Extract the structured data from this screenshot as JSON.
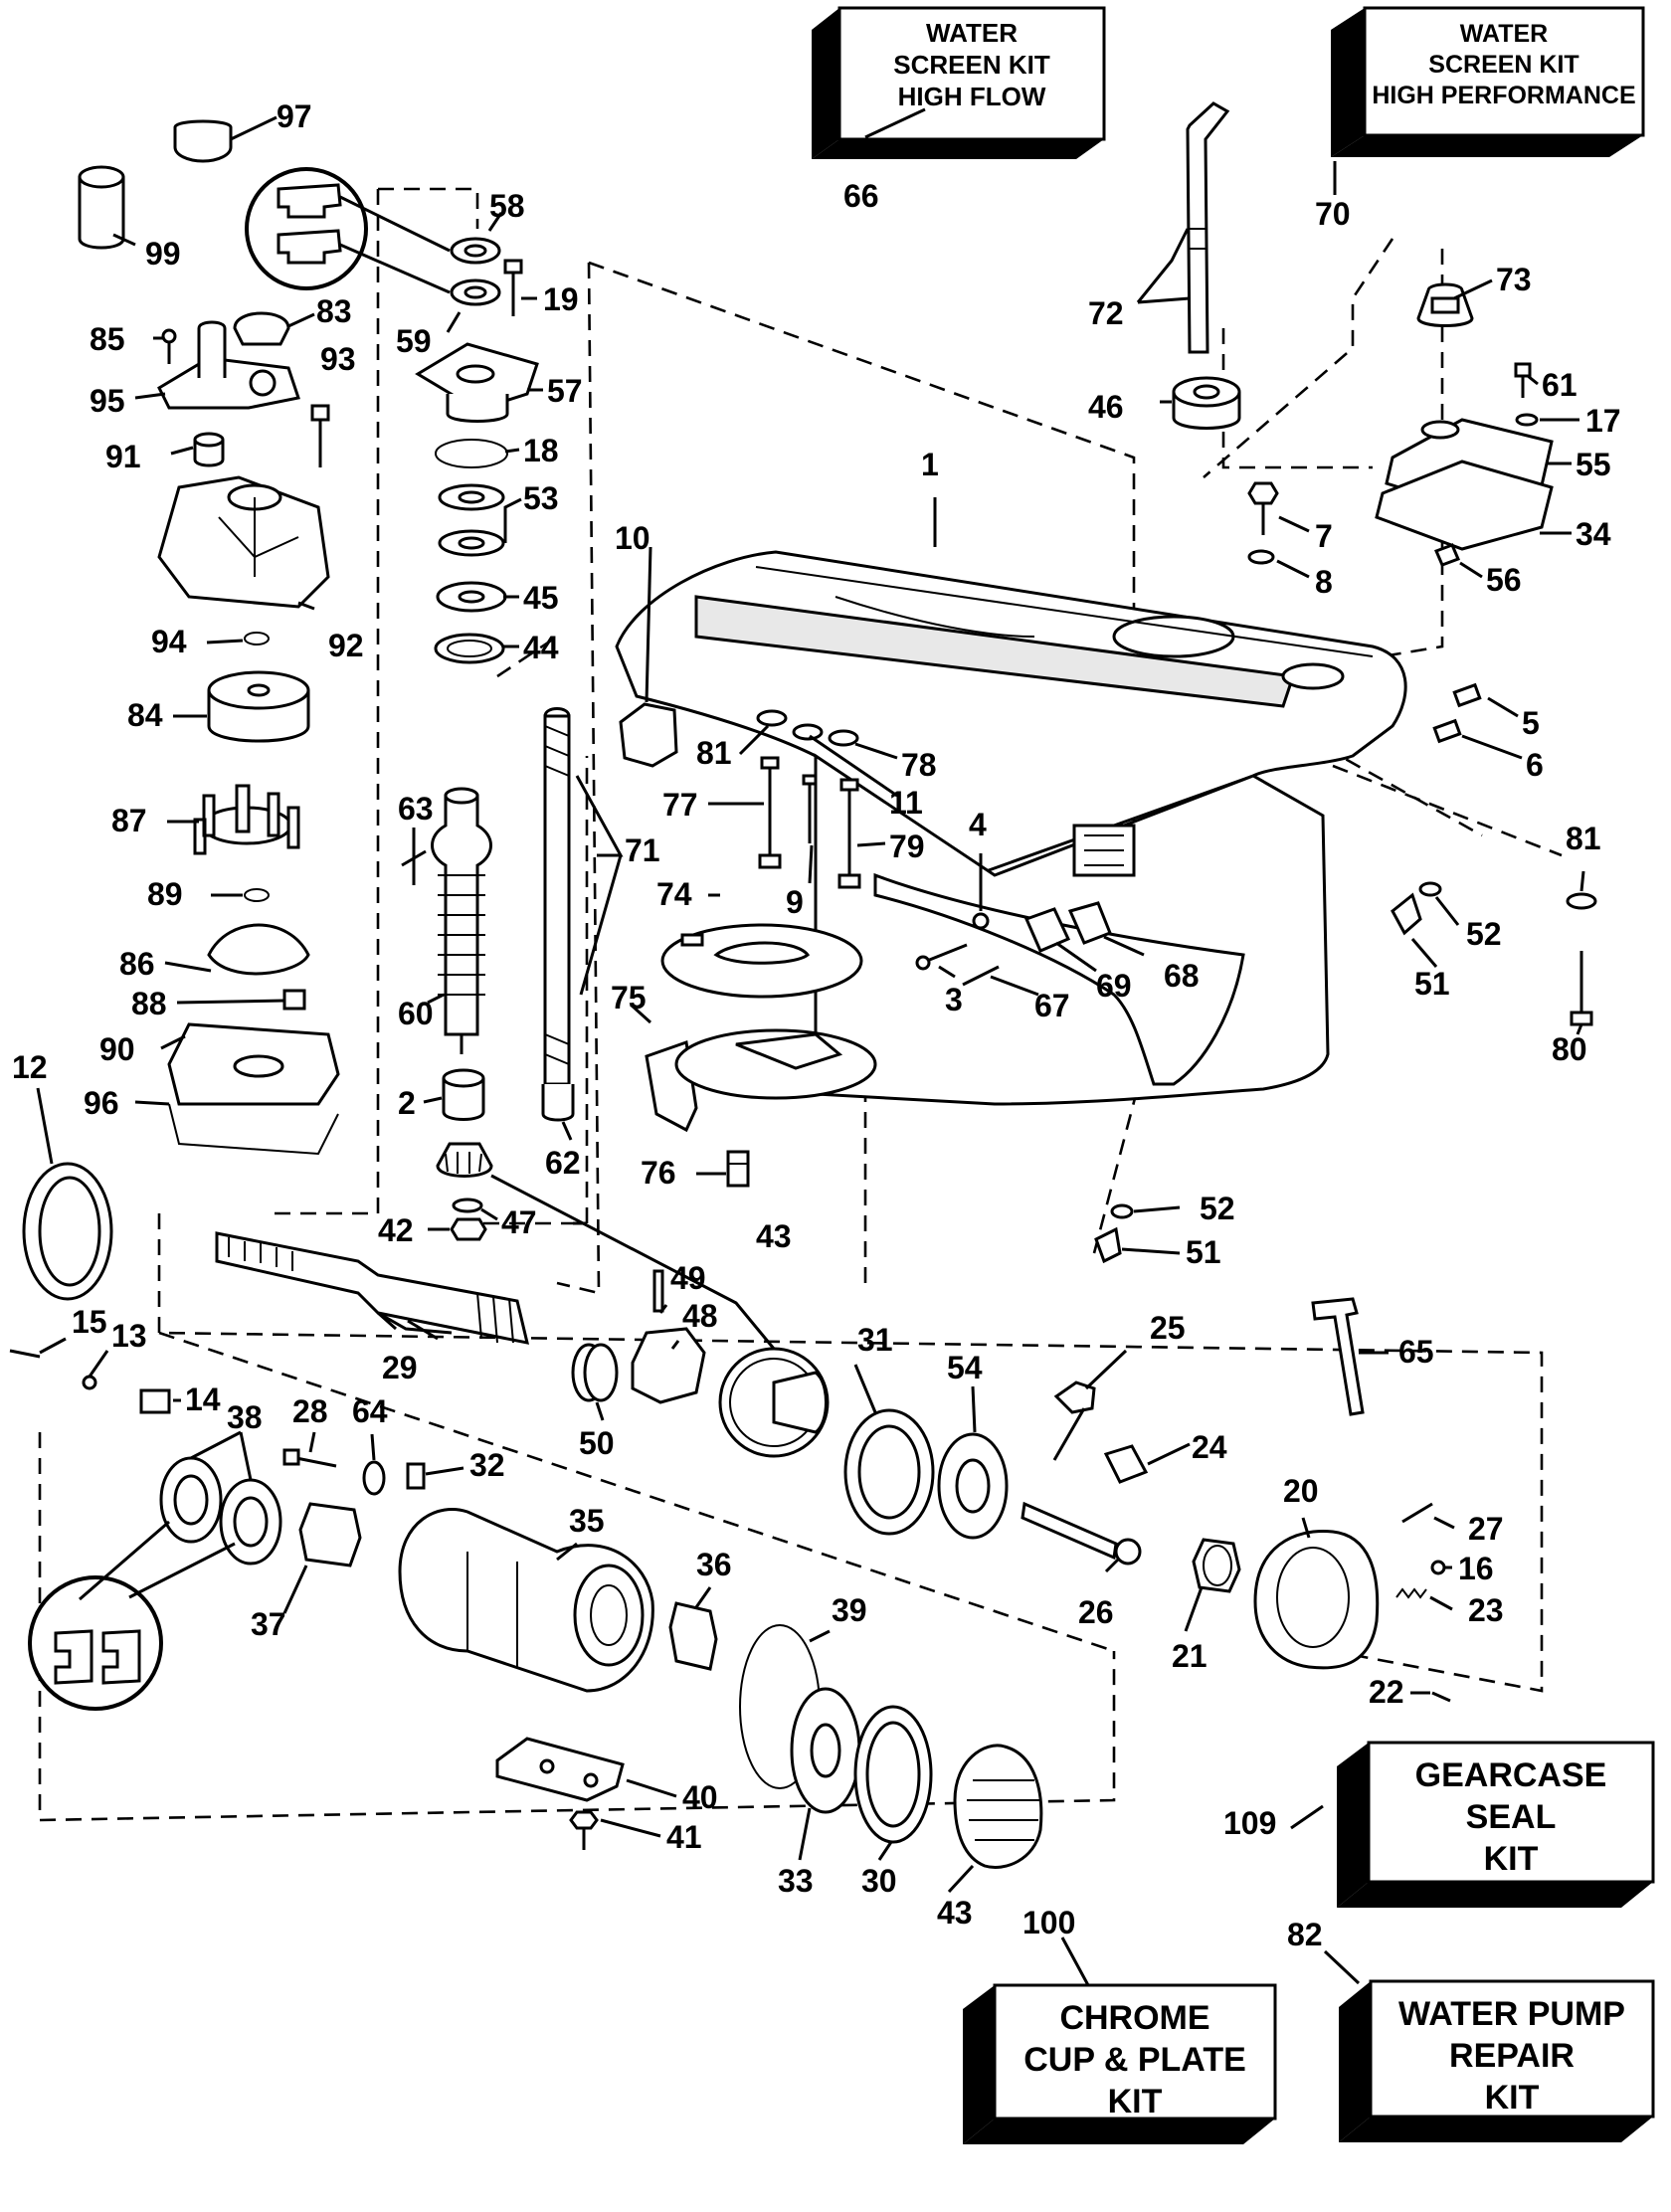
{
  "kits": [
    {
      "id": "66",
      "lines": [
        "WATER",
        "SCREEN KIT",
        "HIGH FLOW"
      ]
    },
    {
      "id": "70",
      "lines": [
        "WATER",
        "SCREEN KIT",
        "HIGH PERFORMANCE"
      ]
    },
    {
      "id": "109",
      "lines": [
        "GEARCASE",
        "SEAL",
        "KIT"
      ]
    },
    {
      "id": "100",
      "lines": [
        "CHROME",
        "CUP & PLATE",
        "KIT"
      ]
    },
    {
      "id": "82",
      "lines": [
        "WATER PUMP",
        "REPAIR",
        "KIT"
      ]
    }
  ],
  "callouts": {
    "n1": "1",
    "n2": "2",
    "n3": "3",
    "n4": "4",
    "n5": "5",
    "n6": "6",
    "n7": "7",
    "n8": "8",
    "n9": "9",
    "n10": "10",
    "n11": "11",
    "n12": "12",
    "n13": "13",
    "n14": "14",
    "n15": "15",
    "n16": "16",
    "n17": "17",
    "n18": "18",
    "n19": "19",
    "n20": "20",
    "n21": "21",
    "n22": "22",
    "n23": "23",
    "n24": "24",
    "n25": "25",
    "n26": "26",
    "n27": "27",
    "n28": "28",
    "n29": "29",
    "n30": "30",
    "n31": "31",
    "n32": "32",
    "n33": "33",
    "n34": "34",
    "n35": "35",
    "n36": "36",
    "n37": "37",
    "n38": "38",
    "n39": "39",
    "n40": "40",
    "n41": "41",
    "n42": "42",
    "n43a": "43",
    "n43b": "43",
    "n44": "44",
    "n45": "45",
    "n46": "46",
    "n47": "47",
    "n48": "48",
    "n49": "49",
    "n50": "50",
    "n51a": "51",
    "n51b": "51",
    "n52a": "52",
    "n52b": "52",
    "n53": "53",
    "n54": "54",
    "n55": "55",
    "n56": "56",
    "n57": "57",
    "n58": "58",
    "n59": "59",
    "n60": "60",
    "n61": "61",
    "n62": "62",
    "n63": "63",
    "n64": "64",
    "n65": "65",
    "n66": "66",
    "n67": "67",
    "n68": "68",
    "n69": "69",
    "n70": "70",
    "n71": "71",
    "n72": "72",
    "n73": "73",
    "n74": "74",
    "n75": "75",
    "n76": "76",
    "n77": "77",
    "n78": "78",
    "n79": "79",
    "n80": "80",
    "n81a": "81",
    "n81b": "81",
    "n82": "82",
    "n83": "83",
    "n84": "84",
    "n85": "85",
    "n86": "86",
    "n87": "87",
    "n88": "88",
    "n89": "89",
    "n90": "90",
    "n91": "91",
    "n92": "92",
    "n93": "93",
    "n94": "94",
    "n95": "95",
    "n96": "96",
    "n97": "97",
    "n99": "99",
    "n100": "100",
    "n109": "109"
  }
}
